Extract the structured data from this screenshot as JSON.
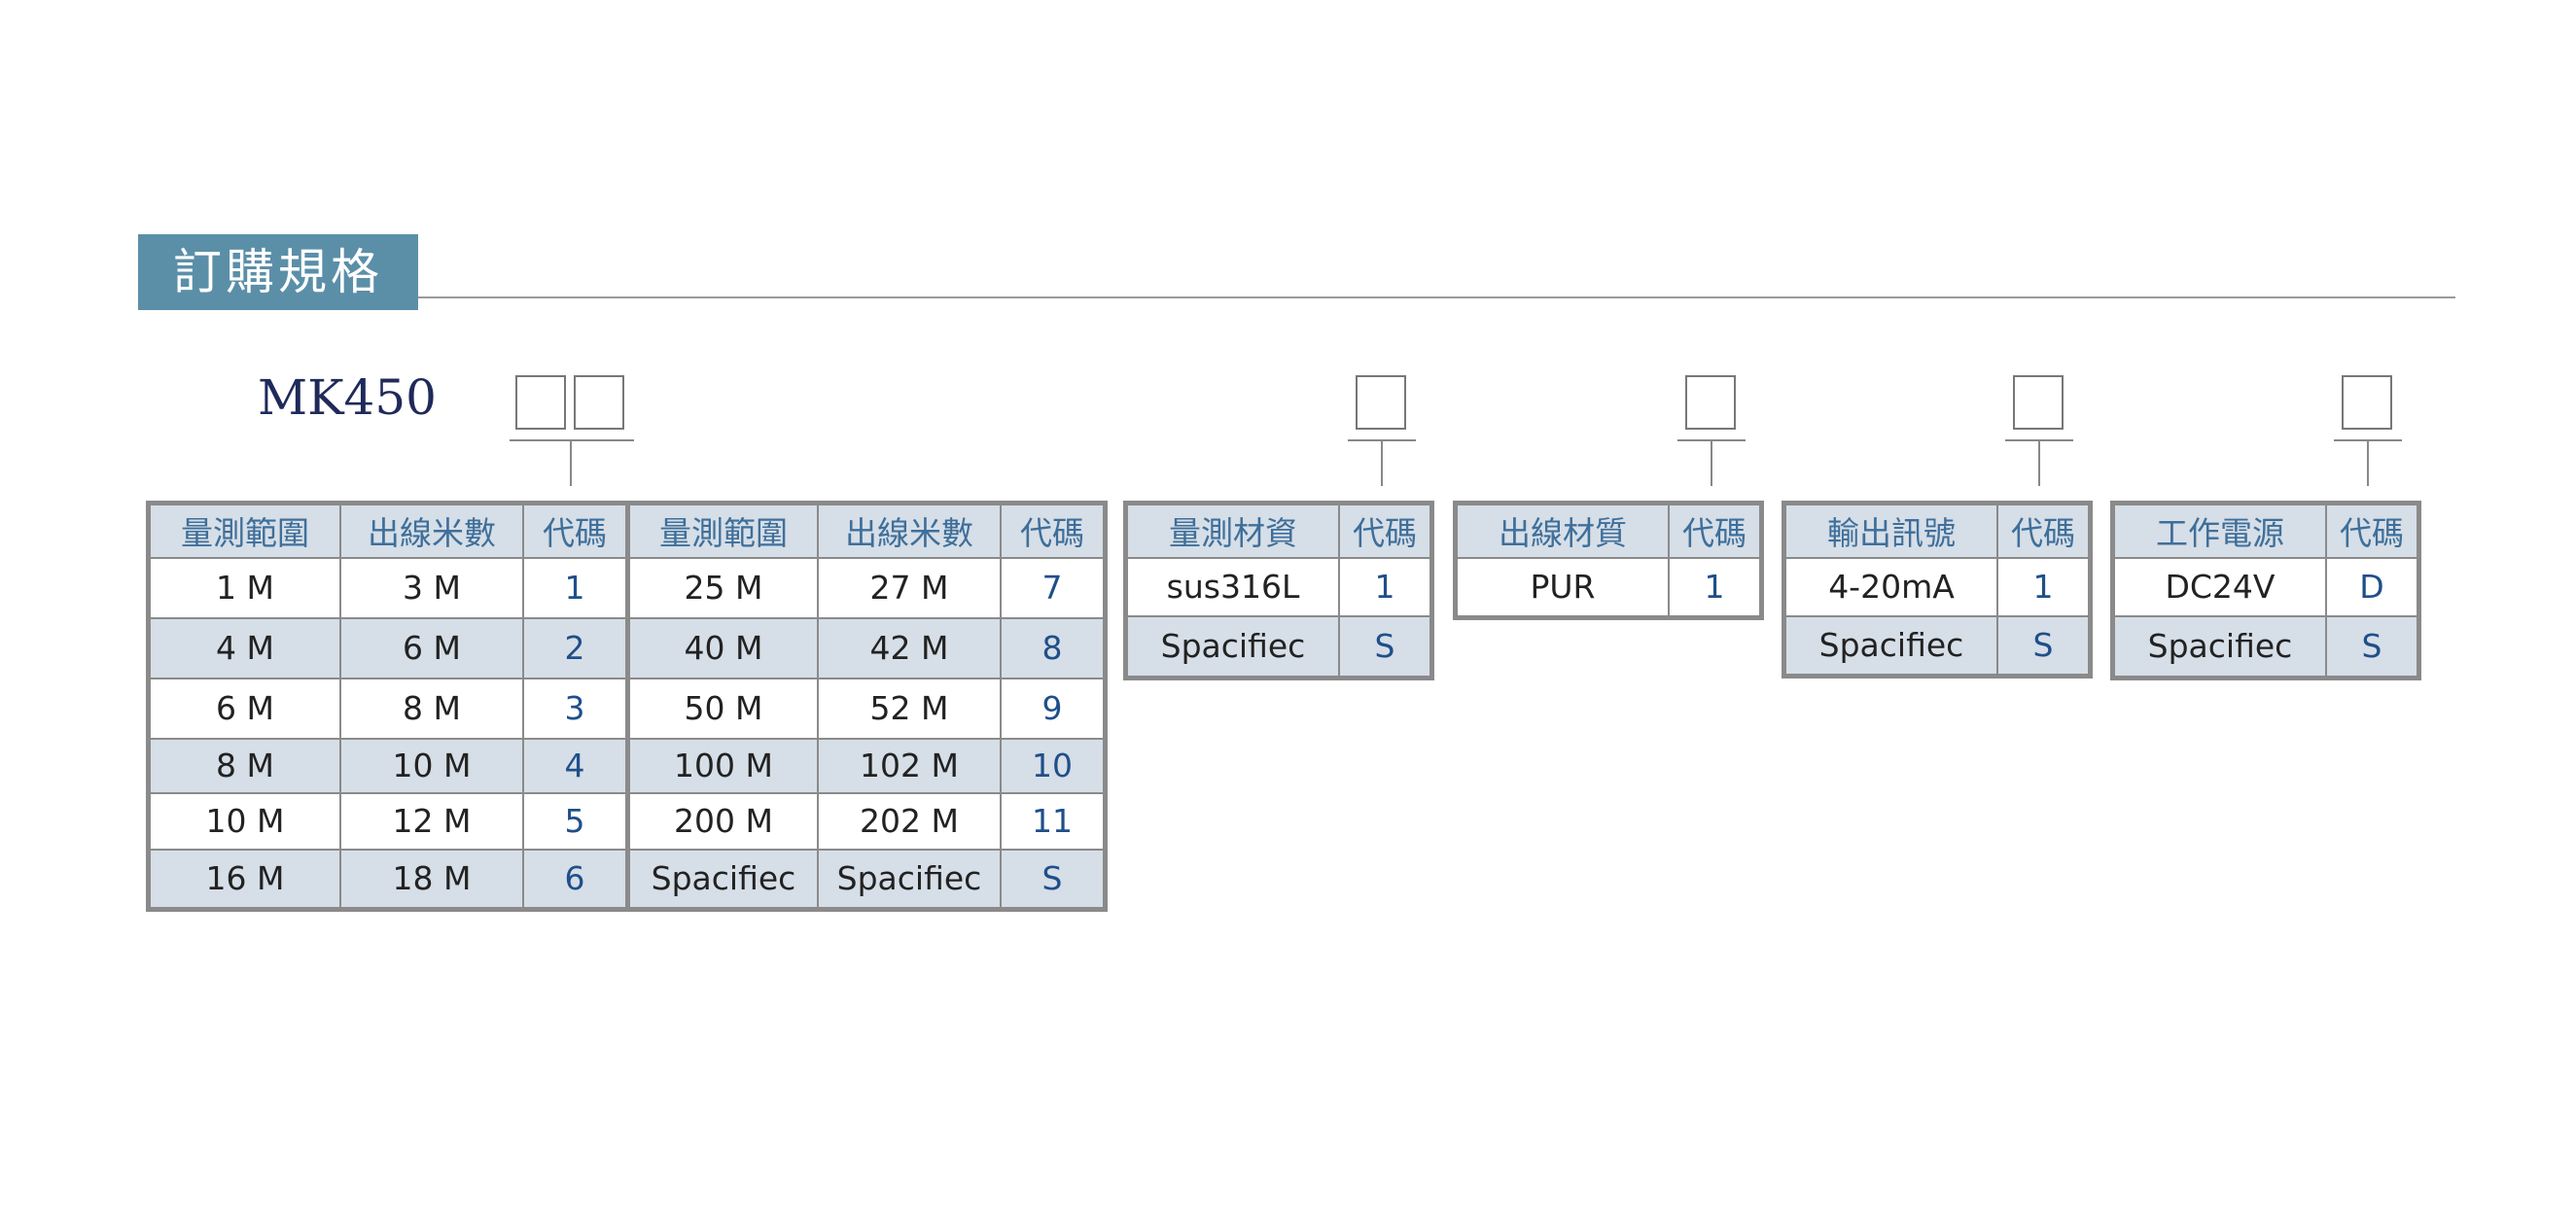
{
  "header": {
    "title": "訂購規格"
  },
  "model": "MK450",
  "range_table": {
    "headers": [
      "量測範圍",
      "出線米數",
      "代碼",
      "量測範圍",
      "出線米數",
      "代碼"
    ],
    "rows": [
      [
        "1 M",
        "3 M",
        "1",
        "25 M",
        "27 M",
        "7"
      ],
      [
        "4 M",
        "6 M",
        "2",
        "40 M",
        "42 M",
        "8"
      ],
      [
        "6 M",
        "8 M",
        "3",
        "50 M",
        "52 M",
        "9"
      ],
      [
        "8 M",
        "10 M",
        "4",
        "100 M",
        "102 M",
        "10"
      ],
      [
        "10 M",
        "12 M",
        "5",
        "200 M",
        "202 M",
        "11"
      ],
      [
        "16 M",
        "18 M",
        "6",
        "Spacifiec",
        "Spacifiec",
        "S"
      ]
    ]
  },
  "material_table": {
    "headers": [
      "量測材資",
      "代碼"
    ],
    "rows": [
      [
        "sus316L",
        "1"
      ],
      [
        "Spacifiec",
        "S"
      ]
    ]
  },
  "cable_table": {
    "headers": [
      "出線材質",
      "代碼"
    ],
    "rows": [
      [
        "PUR",
        "1"
      ]
    ]
  },
  "signal_table": {
    "headers": [
      "輸出訊號",
      "代碼"
    ],
    "rows": [
      [
        "4-20mA",
        "1"
      ],
      [
        "Spacifiec",
        "S"
      ]
    ]
  },
  "power_table": {
    "headers": [
      "工作電源",
      "代碼"
    ],
    "rows": [
      [
        "DC24V",
        "D"
      ],
      [
        "Spacifiec",
        "S"
      ]
    ]
  }
}
